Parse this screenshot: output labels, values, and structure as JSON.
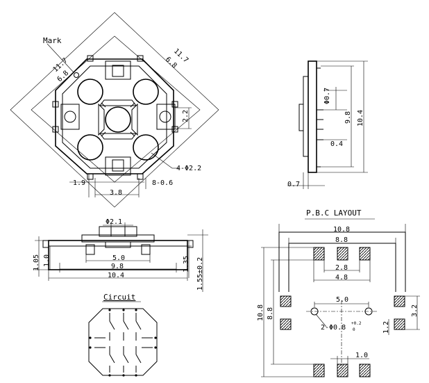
{
  "top_view": {
    "mark_label": "Mark",
    "dim_outer_left": "11.7",
    "dim_inner_left": "6.8",
    "dim_outer_right": "11.7",
    "dim_inner_right": "6.8",
    "dim_right_height": "2.2",
    "dim_holes": "4-Φ2.2",
    "dim_bottom_left": "1.9",
    "dim_pins": "8-0.6",
    "dim_bottom_center": "3.8"
  },
  "side_view": {
    "dim_pin_dia": "Φ0.7",
    "dim_inner_height": "9.8",
    "dim_outer_height": "10.4",
    "dim_pin_len": "0.4",
    "dim_base": "0.7"
  },
  "front_view": {
    "dim_actuator": "Φ2.1",
    "dim_left_outer": "1.05",
    "dim_left_inner": "1.0",
    "dim_inner_5": "5.0",
    "dim_inner_98": "9.8",
    "dim_total": "10.4",
    "dim_right_135": "1.35",
    "dim_right_155": "1.55±0.2"
  },
  "circuit": {
    "title": "Circuit"
  },
  "pcb_layout": {
    "title": "P.B.C LAYOUT",
    "dim_108_top": "10.8",
    "dim_88": "8.8",
    "dim_28": "2.8",
    "dim_48": "4.8",
    "dim_50": "5.0",
    "dim_holes": "2-Φ0.8",
    "tol_plus": "+0.2",
    "tol_minus": "0",
    "dim_108_left": "10.8",
    "dim_88_left": "8.8",
    "dim_32": "3.2",
    "dim_12": "1.2",
    "dim_10": "1.0"
  }
}
